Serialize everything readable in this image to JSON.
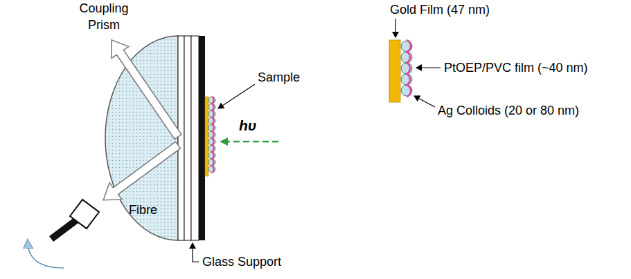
{
  "diagram": {
    "labels": [
      "Coupling Prism",
      "Sample",
      "hυ",
      "Glass Support",
      "Fibre",
      "Gold Film (47 nm)",
      "PtOEP/PVC film (~40 nm)",
      "Ag Colloids (20 or 80 nm)"
    ]
  }
}
